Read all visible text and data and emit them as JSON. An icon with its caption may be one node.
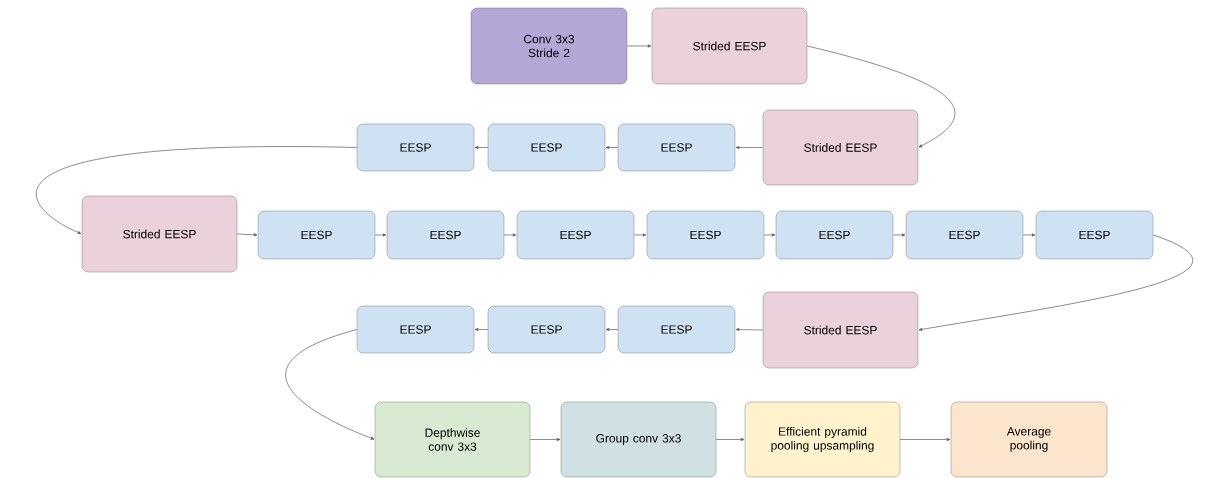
{
  "diagram": {
    "nodes": [
      {
        "text": [
          "Conv 3x3 Stride 2"
        ]
      },
      {
        "text": [
          "Strided EESP"
        ]
      },
      {
        "text": [
          "Strided EESP"
        ]
      },
      {
        "text": [
          "EESP"
        ]
      },
      {
        "text": [
          "EESP"
        ]
      },
      {
        "text": [
          "EESP"
        ]
      },
      {
        "text": [
          "Strided EESP"
        ]
      },
      {
        "text": [
          "EESP"
        ]
      },
      {
        "text": [
          "EESP"
        ]
      },
      {
        "text": [
          "EESP"
        ]
      },
      {
        "text": [
          "EESP"
        ]
      },
      {
        "text": [
          "EESP"
        ]
      },
      {
        "text": [
          "EESP"
        ]
      },
      {
        "text": [
          "EESP"
        ]
      },
      {
        "text": [
          "Strided EESP"
        ]
      },
      {
        "text": [
          "EESP"
        ]
      },
      {
        "text": [
          "EESP"
        ]
      },
      {
        "text": [
          "EESP"
        ]
      },
      {
        "text": [
          "Depthwise conv 3x3"
        ]
      },
      {
        "text": [
          "Group conv 3x3"
        ]
      },
      {
        "text": [
          "Efficient pyramid pooling upsampling"
        ]
      },
      {
        "text": [
          "Average pooling"
        ]
      }
    ],
    "edges": [
      {
        "from": 0,
        "to": 1,
        "arrow": "to"
      },
      {
        "from": 1,
        "to": 2,
        "arrow": "to"
      },
      {
        "from": 2,
        "to": 3,
        "arrow": "to"
      },
      {
        "from": 3,
        "to": 4,
        "arrow": "to"
      },
      {
        "from": 4,
        "to": 5,
        "arrow": "to"
      },
      {
        "from": 5,
        "to": 6,
        "arrow": "to"
      },
      {
        "from": 6,
        "to": 7,
        "arrow": "to"
      },
      {
        "from": 7,
        "to": 8,
        "arrow": "to"
      },
      {
        "from": 8,
        "to": 9,
        "arrow": "to"
      },
      {
        "from": 9,
        "to": 10,
        "arrow": "to"
      },
      {
        "from": 10,
        "to": 11,
        "arrow": "to"
      },
      {
        "from": 11,
        "to": 12,
        "arrow": "to"
      },
      {
        "from": 12,
        "to": 13,
        "arrow": "to"
      },
      {
        "from": 13,
        "to": 14,
        "arrow": "to"
      },
      {
        "from": 14,
        "to": 15,
        "arrow": "to"
      },
      {
        "from": 15,
        "to": 16,
        "arrow": "to"
      },
      {
        "from": 16,
        "to": 17,
        "arrow": "to"
      },
      {
        "from": 17,
        "to": 18,
        "arrow": "to"
      },
      {
        "from": 18,
        "to": 19,
        "arrow": "to"
      },
      {
        "from": 19,
        "to": 20,
        "arrow": "to"
      },
      {
        "from": 20,
        "to": 21,
        "arrow": "to"
      }
    ]
  }
}
